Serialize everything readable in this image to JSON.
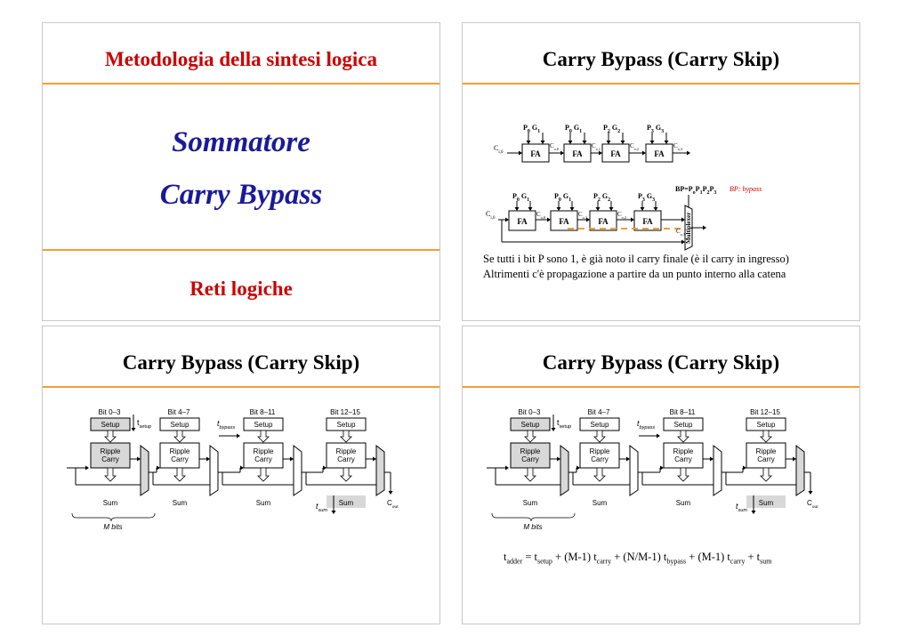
{
  "colors": {
    "accent_rule": "#f0a030",
    "title_red": "#cc0000",
    "title_blue": "#1a1a99",
    "bypass_label": "#cc0000"
  },
  "slide1": {
    "title": "Metodologia della sintesi logica",
    "main_line1": "Sommatore",
    "main_line2": "Carry Bypass",
    "footer": "Reti logiche"
  },
  "slide2": {
    "title": "Carry Bypass (Carry Skip)",
    "top_chain": {
      "pg_labels": [
        [
          "P",
          "0",
          "G",
          "1"
        ],
        [
          "P",
          "0",
          "G",
          "1"
        ],
        [
          "P",
          "2",
          "G",
          "2"
        ],
        [
          "P",
          "3",
          "G",
          "3"
        ]
      ],
      "block_label": "FA",
      "carry_in": [
        "C",
        "i,0"
      ],
      "carries": [
        [
          "C",
          "o,0"
        ],
        [
          "C",
          "o,1"
        ],
        [
          "C",
          "o,2"
        ],
        [
          "C",
          "o,3"
        ]
      ]
    },
    "bottom_chain": {
      "pg_labels": [
        [
          "P",
          "0",
          "G",
          "1"
        ],
        [
          "P",
          "0",
          "G",
          "1"
        ],
        [
          "P",
          "2",
          "G",
          "2"
        ],
        [
          "P",
          "3",
          "G",
          "3"
        ]
      ],
      "block_label": "FA",
      "carry_in": [
        "C",
        "i,0"
      ],
      "carries": [
        [
          "C",
          "o,0"
        ],
        [
          "C",
          "o,1"
        ],
        [
          "C",
          "o,2"
        ]
      ],
      "carry_out": [
        "C",
        "o,3"
      ],
      "mux_label": "Multiplexer",
      "bp_label": "BP=P",
      "bp_subs": [
        "o",
        "1",
        "2",
        "3"
      ],
      "bp_note": "BP: bypass"
    },
    "text_line1": "Se tutti i bit P sono 1, è già noto il carry finale (è il carry in ingresso)",
    "text_line2": "Altrimenti c'è propagazione a partire da un punto interno alla catena"
  },
  "slide3": {
    "title": "Carry Bypass (Carry Skip)",
    "diagram": {
      "bit_labels": [
        "Bit 0–3",
        "Bit 4–7",
        "Bit 8–11",
        "Bit 12–15"
      ],
      "setup_label": "Setup",
      "ripple_line1": "Ripple",
      "ripple_line2": "Carry",
      "sum_label": "Sum",
      "t_setup": [
        "t",
        "setup"
      ],
      "t_bypass": [
        "t",
        "bypass"
      ],
      "t_sum": [
        "t",
        "sum"
      ],
      "c_out": [
        "C",
        "out"
      ],
      "m_bits": "M bits"
    }
  },
  "slide4": {
    "title": "Carry Bypass (Carry Skip)",
    "diagram": {
      "bit_labels": [
        "Bit 0–3",
        "Bit 4–7",
        "Bit 8–11",
        "Bit 12–15"
      ],
      "setup_label": "Setup",
      "ripple_line1": "Ripple",
      "ripple_line2": "Carry",
      "sum_label": "Sum",
      "t_setup": [
        "t",
        "setup"
      ],
      "t_bypass": [
        "t",
        "bypass"
      ],
      "t_sum": [
        "t",
        "sum"
      ],
      "c_out": [
        "C",
        "out"
      ],
      "m_bits": "M bits"
    },
    "formula": [
      [
        "t",
        "adder"
      ],
      [
        " = t",
        "setup"
      ],
      [
        " + (M-1) t",
        "carry"
      ],
      [
        " + (N/M-1) t",
        "bypass"
      ],
      [
        " + (M-1) t",
        "carry"
      ],
      [
        " + t",
        "sum"
      ]
    ]
  }
}
